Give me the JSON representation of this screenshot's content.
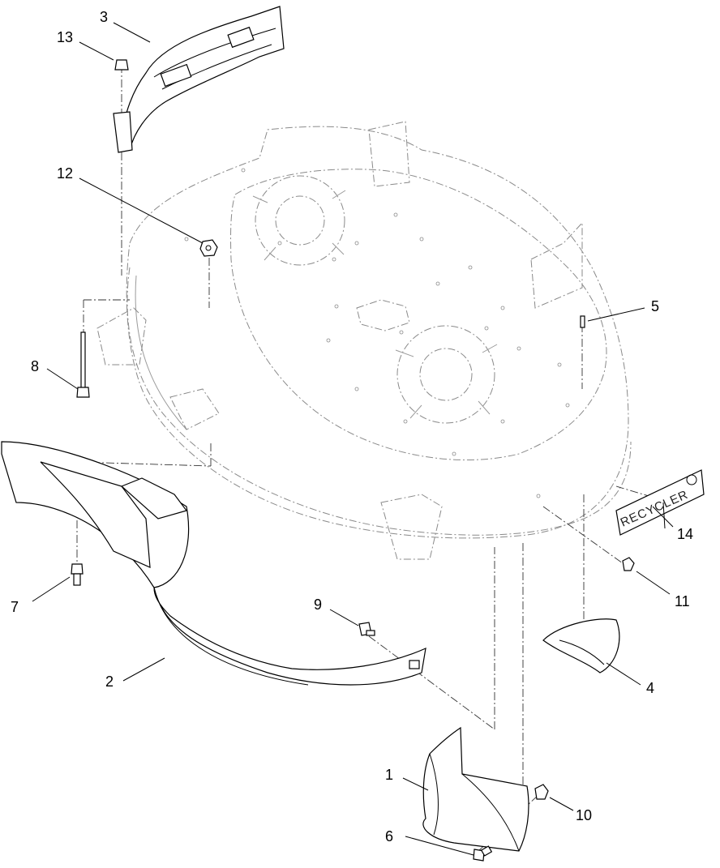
{
  "callouts": {
    "c1": "1",
    "c2": "2",
    "c3": "3",
    "c4": "4",
    "c5": "5",
    "c6": "6",
    "c7": "7",
    "c8": "8",
    "c9": "9",
    "c10": "10",
    "c11": "11",
    "c12": "12",
    "c13": "13",
    "c14": "14"
  },
  "decal": {
    "text": "RECYCLER",
    "logo_icon": "recycle-logo-icon"
  },
  "colors": {
    "line": "#000000",
    "ghost": "#8a8a8a",
    "background": "#ffffff"
  }
}
